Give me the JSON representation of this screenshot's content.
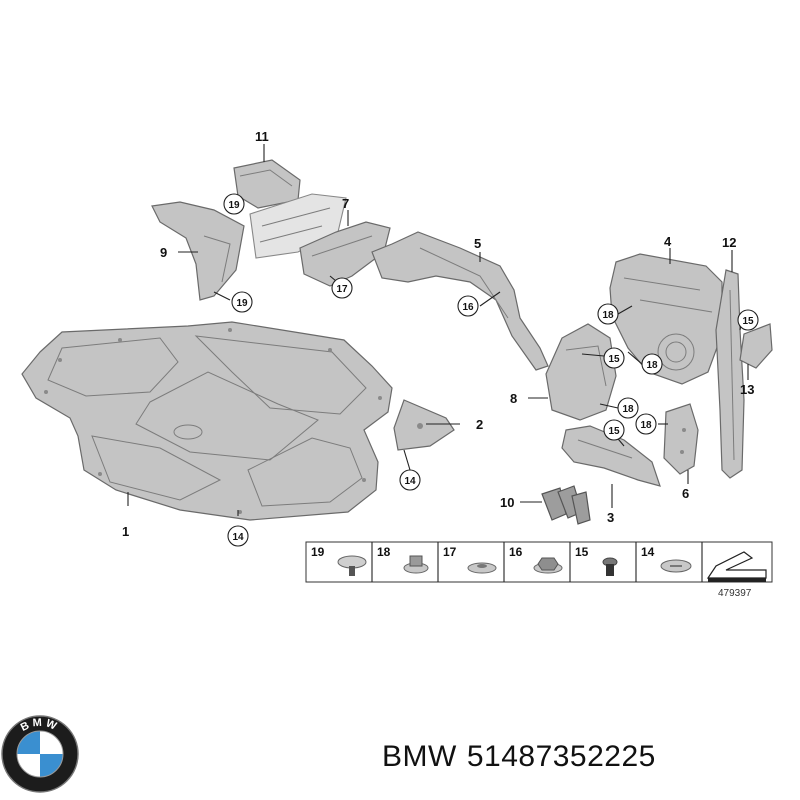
{
  "callouts": [
    {
      "label": "1"
    },
    {
      "label": "2"
    },
    {
      "label": "3"
    },
    {
      "label": "4"
    },
    {
      "label": "5"
    },
    {
      "label": "6"
    },
    {
      "label": "7"
    },
    {
      "label": "8"
    },
    {
      "label": "9"
    },
    {
      "label": "10"
    },
    {
      "label": "11"
    },
    {
      "label": "12"
    },
    {
      "label": "13"
    }
  ],
  "circled_callouts": {
    "c14a": "14",
    "c14b": "14",
    "c15a": "15",
    "c15b": "15",
    "c15c": "15",
    "c16": "16",
    "c17": "17",
    "c18a": "18",
    "c18b": "18",
    "c18c": "18",
    "c18d": "18",
    "c19a": "19",
    "c19b": "19"
  },
  "legend": {
    "items": [
      {
        "number": "19",
        "icon": "push-rivet-icon"
      },
      {
        "number": "18",
        "icon": "hex-nut-flange-icon"
      },
      {
        "number": "17",
        "icon": "flat-nut-icon"
      },
      {
        "number": "16",
        "icon": "hex-nut-icon"
      },
      {
        "number": "15",
        "icon": "expansion-rivet-icon"
      },
      {
        "number": "14",
        "icon": "screw-clip-icon"
      }
    ],
    "reference_number": "479397"
  },
  "brand": {
    "logo_icon": "bmw-roundel-icon",
    "logo_letters": "BMW",
    "name": "BMW",
    "part_number": "51487352225"
  },
  "colors": {
    "part_fill": "#c4c4c4",
    "logo_blue": "#3a8fd0",
    "logo_ring": "#1c1c1c"
  }
}
